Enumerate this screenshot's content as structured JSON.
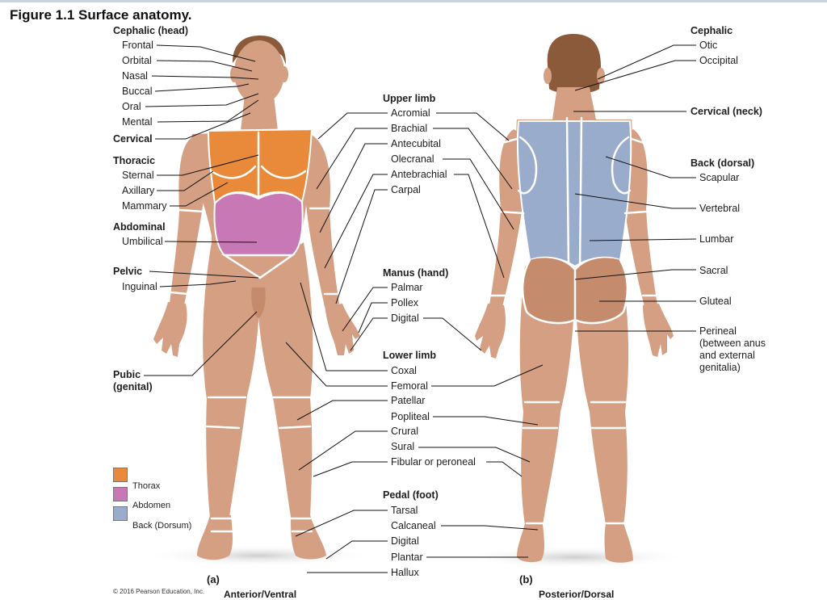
{
  "figure_title": "Figure 1.1  Surface anatomy.",
  "copyright": "© 2016 Pearson Education, Inc.",
  "views": {
    "a_letter": "(a)",
    "a_name": "Anterior/Ventral",
    "b_letter": "(b)",
    "b_name": "Posterior/Dorsal"
  },
  "legend": [
    {
      "label": "Thorax",
      "color": "#e98a3b"
    },
    {
      "label": "Abdomen",
      "color": "#c879b5"
    },
    {
      "label": "Back (Dorsum)",
      "color": "#9aaccc"
    }
  ],
  "colors": {
    "skin": "#d49f82",
    "skin_shadow": "#c58b6d",
    "hair": "#8a5a3a",
    "thorax": "#e98a3b",
    "abdomen": "#c879b5",
    "back": "#9aaccc",
    "line": "#111111",
    "outline": "#ffffff"
  },
  "labels": {
    "cephalic_head": "Cephalic (head)",
    "frontal": "Frontal",
    "orbital": "Orbital",
    "nasal": "Nasal",
    "buccal": "Buccal",
    "oral": "Oral",
    "mental": "Mental",
    "cervical": "Cervical",
    "thoracic": "Thoracic",
    "sternal": "Sternal",
    "axillary": "Axillary",
    "mammary": "Mammary",
    "abdominal": "Abdominal",
    "umbilical": "Umbilical",
    "pelvic": "Pelvic",
    "inguinal": "Inguinal",
    "pubic": "Pubic\n(genital)",
    "upper_limb": "Upper limb",
    "acromial": "Acromial",
    "brachial": "Brachial",
    "antecubital": "Antecubital",
    "olecranal": "Olecranal",
    "antebrachial": "Antebrachial",
    "carpal": "Carpal",
    "manus": "Manus (hand)",
    "palmar": "Palmar",
    "pollex": "Pollex",
    "digital_hand": "Digital",
    "lower_limb": "Lower limb",
    "coxal": "Coxal",
    "femoral": "Femoral",
    "patellar": "Patellar",
    "popliteal": "Popliteal",
    "crural": "Crural",
    "sural": "Sural",
    "fibular": "Fibular or peroneal",
    "pedal": "Pedal (foot)",
    "tarsal": "Tarsal",
    "calcaneal": "Calcaneal",
    "digital_foot": "Digital",
    "plantar": "Plantar",
    "hallux": "Hallux",
    "cephalic_back": "Cephalic",
    "otic": "Otic",
    "occipital": "Occipital",
    "cervical_neck": "Cervical (neck)",
    "back_dorsal": "Back (dorsal)",
    "scapular": "Scapular",
    "vertebral": "Vertebral",
    "lumbar": "Lumbar",
    "sacral": "Sacral",
    "gluteal": "Gluteal",
    "perineal": "Perineal\n(between anus\nand external\ngenitalia)"
  }
}
